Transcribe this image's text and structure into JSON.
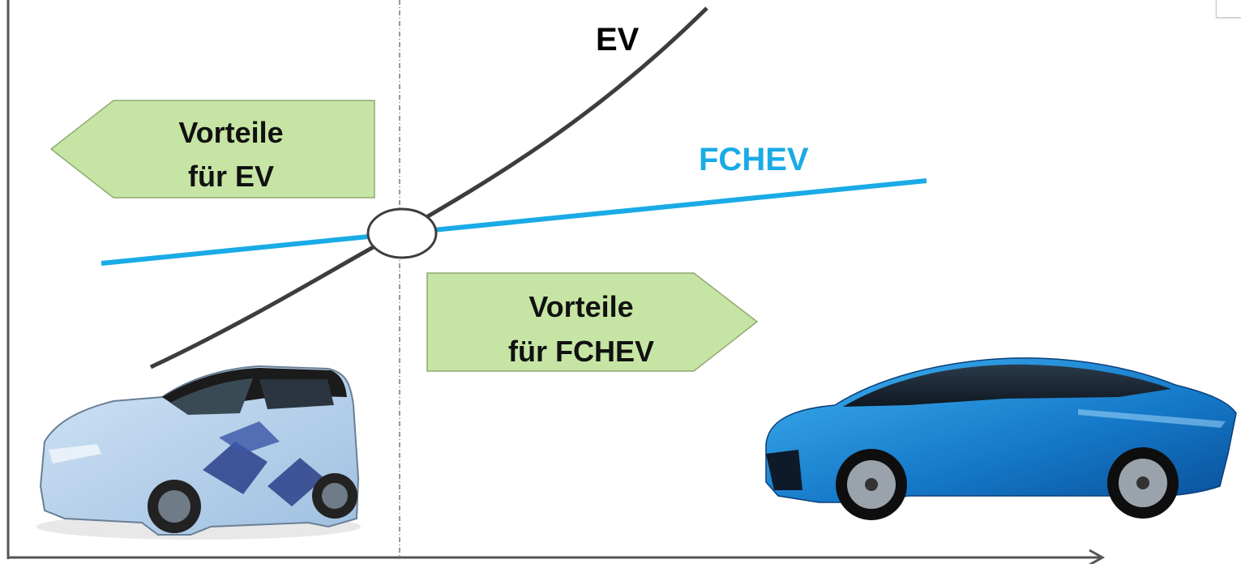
{
  "diagram": {
    "curves": {
      "ev": {
        "label": "EV",
        "color": "#3b3b3b"
      },
      "fchev": {
        "label": "FCHEV",
        "color": "#1aabe6"
      }
    },
    "boxes": {
      "left": {
        "line1": "Vorteile",
        "line2": "für EV",
        "fill": "#c6e5a4",
        "stroke": "#8faa70"
      },
      "right": {
        "line1": "Vorteile",
        "line2": "für FCHEV",
        "fill": "#c6e5a4",
        "stroke": "#8faa70"
      }
    },
    "axis": {
      "color": "#555555"
    },
    "images": {
      "left_car": "small-ev-car-photo",
      "right_car": "fuel-cell-sedan-photo"
    }
  }
}
